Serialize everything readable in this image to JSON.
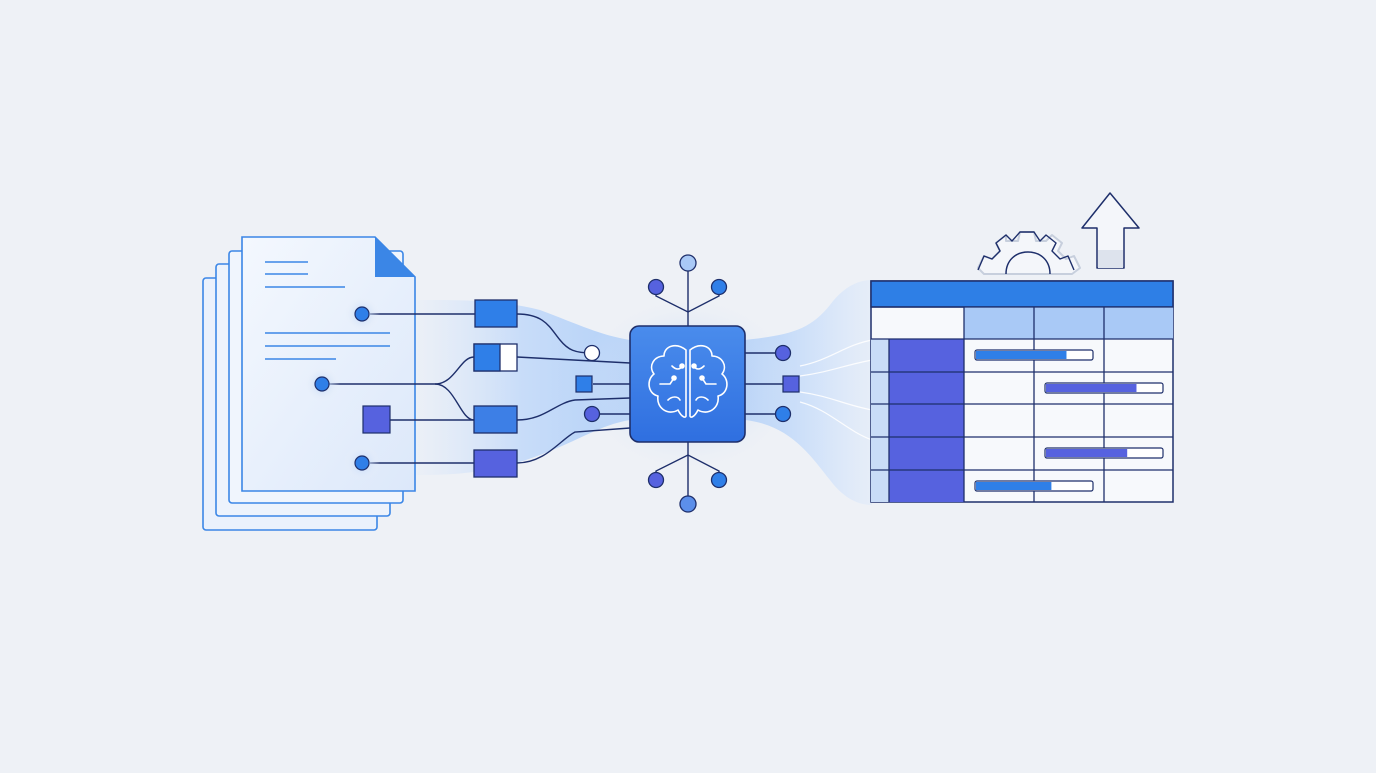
{
  "illustration": {
    "subject": "documents-to-ai-to-structured-table",
    "icons": [
      "document-stack-icon",
      "brain-icon",
      "gear-icon",
      "arrow-up-icon"
    ]
  },
  "colors": {
    "background": "#eef1f6",
    "outline": "#1e2f6b",
    "accent_blue": "#2f7fe8",
    "accent_indigo": "#5662df",
    "document_stroke": "#3b86e6",
    "document_fill": "#e9f0fb",
    "glow": "#bcd6fa",
    "table_header": "#2e7fe6",
    "table_subheader": "#a9c9f6",
    "table_highlight": "#5662df",
    "chip": "#3d7fe6",
    "icon_muted": "#c7cfdd"
  },
  "table": {
    "bar_levels": [
      0.78,
      0.78,
      0.7,
      0.65
    ]
  }
}
